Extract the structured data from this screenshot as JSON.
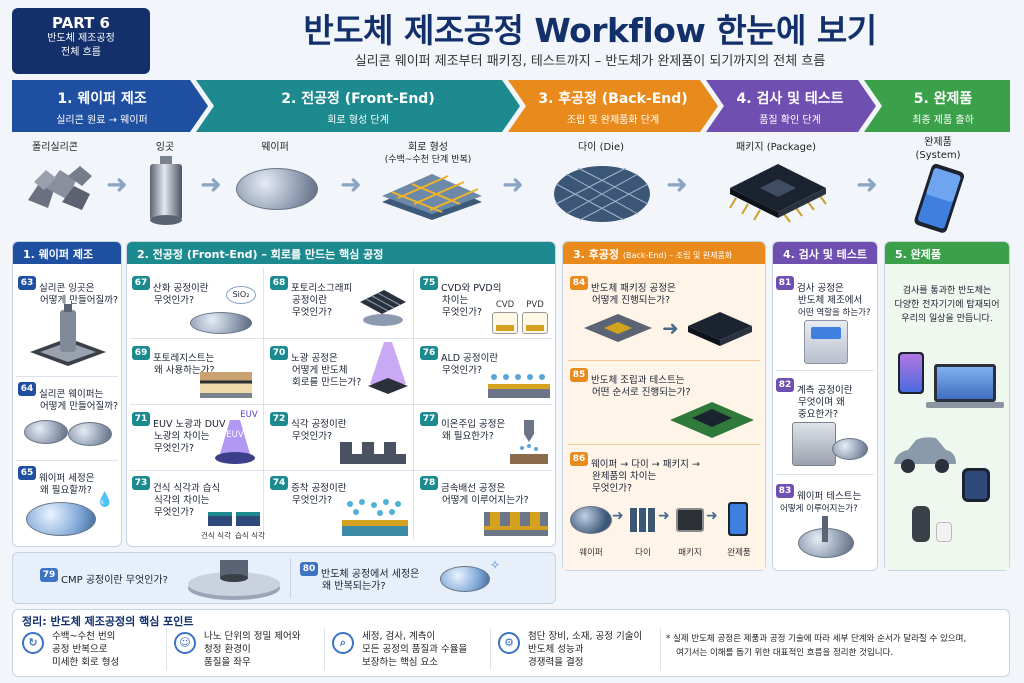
{
  "header": {
    "part": "PART 6",
    "part_sub1": "반도체 제조공정",
    "part_sub2": "전체 흐름",
    "title": "반도체 제조공정 Workflow 한눈에 보기",
    "subtitle": "실리콘 웨이퍼 제조부터 패키징, 테스트까지 – 반도체가 완제품이 되기까지의 전체 흐름"
  },
  "flow": [
    {
      "label": "1. 웨이퍼 제조",
      "sub": "실리콘 원료 → 웨이퍼",
      "color": "#1f4fa1"
    },
    {
      "label": "2. 전공정 (Front-End)",
      "sub": "회로 형성 단계",
      "color": "#1c8a8f"
    },
    {
      "label": "3. 후공정 (Back-End)",
      "sub": "조립 및 완제품화 단계",
      "color": "#e98a1c"
    },
    {
      "label": "4. 검사 및 테스트",
      "sub": "품질 확인 단계",
      "color": "#6f4fb0"
    },
    {
      "label": "5. 완제품",
      "sub": "최종 제품 출하",
      "color": "#3aa14a"
    }
  ],
  "items": {
    "polysilicon": "폴리실리콘",
    "ingot": "잉곳",
    "wafer": "웨이퍼",
    "circuit": "회로 형성",
    "circuit_sub": "(수백~수천 단계 반복)",
    "die": "다이 (Die)",
    "package": "패키지 (Package)",
    "system": "완제품",
    "system_sub": "(System)"
  },
  "panels": {
    "p1": {
      "title": "1. 웨이퍼 제조",
      "color": "#1f4fa1",
      "q": [
        {
          "n": "63",
          "t1": "실리콘 잉곳은",
          "t2": "어떻게 만들어질까?"
        },
        {
          "n": "64",
          "t1": "실리콘 웨이퍼는",
          "t2": "어떻게 만들어질까?"
        },
        {
          "n": "65",
          "t1": "웨이퍼 세정은",
          "t2": "왜 필요할까?"
        }
      ]
    },
    "p2": {
      "title": "2. 전공정 (Front-End) – 회로를 만드는 핵심 공정",
      "color": "#1c8a8f",
      "q": [
        {
          "n": "67",
          "t1": "산화 공정이란",
          "t2": "무엇인가?",
          "t3": ""
        },
        {
          "n": "68",
          "t1": "포토리소그래피",
          "t2": "공정이란",
          "t3": "무엇인가?"
        },
        {
          "n": "75",
          "t1": "CVD와 PVD의",
          "t2": "차이는",
          "t3": "무엇인가?"
        },
        {
          "n": "69",
          "t1": "포토레지스트는",
          "t2": "왜 사용하는가?",
          "t3": ""
        },
        {
          "n": "70",
          "t1": "노광 공정은",
          "t2": "어떻게 반도체",
          "t3": "회로를 만드는가?"
        },
        {
          "n": "76",
          "t1": "ALD 공정이란",
          "t2": "무엇인가?",
          "t3": ""
        },
        {
          "n": "71",
          "t1": "EUV 노광과 DUV",
          "t2": "노광의 차이는",
          "t3": "무엇인가?"
        },
        {
          "n": "72",
          "t1": "식각 공정이란",
          "t2": "무엇인가?",
          "t3": ""
        },
        {
          "n": "77",
          "t1": "이온주입 공정은",
          "t2": "왜 필요한가?",
          "t3": ""
        },
        {
          "n": "73",
          "t1": "건식 식각과 습식",
          "t2": "식각의 차이는",
          "t3": "무엇인가?"
        },
        {
          "n": "74",
          "t1": "증착 공정이란",
          "t2": "무엇인가?",
          "t3": ""
        },
        {
          "n": "78",
          "t1": "금속배선 공정은",
          "t2": "어떻게 이루어지는가?",
          "t3": ""
        }
      ],
      "sio2": "SiO₂",
      "euv": "EUV",
      "euv2": "EUV",
      "cvd": "CVD",
      "pvd": "PVD",
      "dry_label": "건식 식각",
      "wet_label": "습식 식각"
    },
    "p3": {
      "title": "3. 후공정",
      "title_sub": "(Back-End) – 조립 및 완제품화",
      "color": "#e98a1c",
      "q": [
        {
          "n": "84",
          "t1": "반도체 패키징 공정은",
          "t2": "어떻게 진행되는가?"
        },
        {
          "n": "85",
          "t1": "반도체 조립과 테스트는",
          "t2": "어떤 순서로 진행되는가?"
        },
        {
          "n": "86",
          "t1": "웨이퍼 → 다이 → 패키지 →",
          "t2": "완제품의 차이는",
          "t3": "무엇인가?"
        }
      ],
      "flow_labels": [
        "웨이퍼",
        "다이",
        "패키지",
        "완제품"
      ]
    },
    "p4": {
      "title": "4. 검사 및 테스트",
      "color": "#6f4fb0",
      "q": [
        {
          "n": "81",
          "t1": "검사 공정은",
          "t2": "반도체 제조에서",
          "t3": "어떤 역할을 하는가?"
        },
        {
          "n": "82",
          "t1": "계측 공정이란",
          "t2": "무엇이며 왜",
          "t3": "중요한가?"
        },
        {
          "n": "83",
          "t1": "웨이퍼 테스트는",
          "t2": "어떻게 이루어지는가?",
          "t3": ""
        }
      ]
    },
    "p5": {
      "title": "5. 완제품",
      "color": "#3aa14a",
      "desc1": "검사를 통과한 반도체는",
      "desc2": "다양한 전자기기에 탑재되어",
      "desc3": "우리의 일상을 만듭니다."
    }
  },
  "bottom": {
    "q79": {
      "n": "79",
      "t": "CMP 공정이란 무엇인가?"
    },
    "q80": {
      "n": "80",
      "t1": "반도체 공정에서 세정은",
      "t2": "왜 반복되는가?"
    }
  },
  "summary": {
    "title": "정리: 반도체 제조공정의 핵심 포인트",
    "items": [
      {
        "l1": "수백~수천 번의",
        "l2": "공정 반복으로",
        "l3": "미세한 회로 형성"
      },
      {
        "l1": "나노 단위의 정밀 제어와",
        "l2": "청정 환경이",
        "l3": "품질을 좌우"
      },
      {
        "l1": "세정, 검사, 계측이",
        "l2": "모든 공정의 품질과 수율을",
        "l3": "보장하는 핵심 요소"
      },
      {
        "l1": "첨단 장비, 소재, 공정 기술이",
        "l2": "반도체 성능과",
        "l3": "경쟁력을 결정"
      }
    ],
    "note1": "* 실제 반도체 공정은 제품과 공정 기술에 따라 세부 단계와 순서가 달라질 수 있으며,",
    "note2": "여기서는 이해를 돕기 위한 대표적인 흐름을 정리한 것입니다."
  }
}
